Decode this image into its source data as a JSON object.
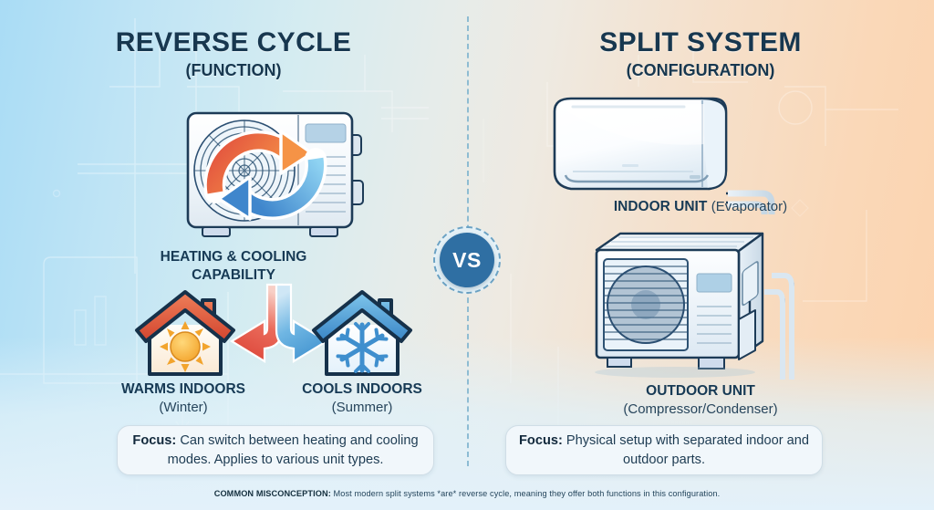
{
  "left": {
    "title": "REVERSE CYCLE",
    "subtitle": "(FUNCTION)",
    "unit_caption_line1": "HEATING & COOLING",
    "unit_caption_line2": "CAPABILITY",
    "heating": {
      "label": "WARMS INDOORS",
      "sub": "(Winter)",
      "icon": "sun-house-icon"
    },
    "cooling": {
      "label": "COOLS INDOORS",
      "sub": "(Summer)",
      "icon": "snowflake-house-icon"
    },
    "focus": {
      "lead": "Focus:",
      "body": " Can switch between heating and cooling modes. Applies to various unit types."
    }
  },
  "right": {
    "title": "SPLIT SYSTEM",
    "subtitle": "(CONFIGURATION)",
    "indoor": {
      "label": "INDOOR UNIT",
      "sub": "(Evaporator)"
    },
    "outdoor": {
      "label": "OUTDOOR UNIT",
      "sub": "(Compressor/Condenser)"
    },
    "focus": {
      "lead": "Focus:",
      "body": " Physical setup with separated indoor and outdoor parts."
    }
  },
  "center": {
    "vs": "VS"
  },
  "footer": {
    "label": "COMMON MISCONCEPTION:",
    "text": " Most modern split systems *are* reverse cycle, meaning they offer both functions in this configuration."
  },
  "colors": {
    "heading": "#17374f",
    "vs_badge": "#2f6fa3",
    "warm_accent": "#e2574c",
    "cool_accent": "#4a9fd8",
    "divider": "#7fb4cf",
    "bg_left": "#a9dcf5",
    "bg_right": "#fcd3ae"
  }
}
